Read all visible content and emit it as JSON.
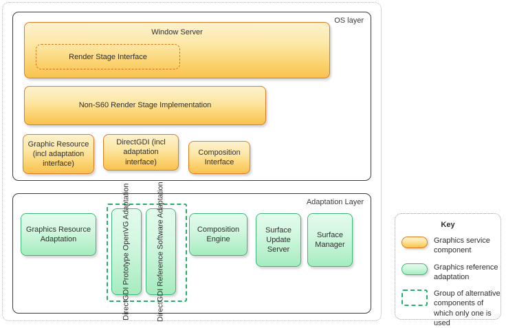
{
  "diagram": {
    "os_layer": {
      "title": "OS layer",
      "boxes": [
        {
          "id": "window-server",
          "label": "Window Server",
          "kind": "service"
        },
        {
          "id": "render-stage-interface",
          "label": "Render Stage Interface",
          "kind": "interface"
        },
        {
          "id": "non-s60-render-stage",
          "label": "Non-S60 Render Stage Implementation",
          "kind": "service"
        },
        {
          "id": "graphic-resource",
          "label": "Graphic Resource (incl adaptation interface)",
          "kind": "service"
        },
        {
          "id": "directgdi-incl",
          "label": "DirectGDI (incl adaptation interface)",
          "kind": "service"
        },
        {
          "id": "composition-interface",
          "label": "Composition Interface",
          "kind": "service"
        }
      ]
    },
    "adaptation_layer": {
      "title": "Adaptation Layer",
      "boxes": [
        {
          "id": "graphics-resource-adaptation",
          "label": "Graphics Resource Adaptation",
          "kind": "adaptation"
        },
        {
          "id": "directgdi-openvg",
          "label": "DirectGDI Prototype OpenVG Adaptation",
          "kind": "adaptation",
          "orientation": "vertical"
        },
        {
          "id": "directgdi-software",
          "label": "DirectGDI Reference Software Adaptation",
          "kind": "adaptation",
          "orientation": "vertical"
        },
        {
          "id": "composition-engine",
          "label": "Composition Engine",
          "kind": "adaptation"
        },
        {
          "id": "surface-update-server",
          "label": "Surface Update Server",
          "kind": "adaptation"
        },
        {
          "id": "surface-manager",
          "label": "Surface Manager",
          "kind": "adaptation"
        }
      ],
      "alternatives_group": "DirectGDI alternatives"
    }
  },
  "key": {
    "title": "Key",
    "entries": [
      {
        "swatch": "service",
        "label": "Graphics service component"
      },
      {
        "swatch": "adaptation",
        "label": "Graphics reference adaptation"
      },
      {
        "swatch": "altgroup",
        "label": "Group of alternative components of which only one is used"
      }
    ]
  },
  "colors": {
    "service_border": "#e07a20",
    "service_fill_top": "#fdf2cf",
    "service_fill_bottom": "#f9c252",
    "adaptation_border": "#3bb878",
    "adaptation_fill_top": "#e3fbec",
    "adaptation_fill_bottom": "#a6ecbf",
    "alt_group_border": "#1fb061",
    "panel_border": "#3a3a3a",
    "outer_frame": "#b0b0b0",
    "text": "#2d2d2d"
  }
}
